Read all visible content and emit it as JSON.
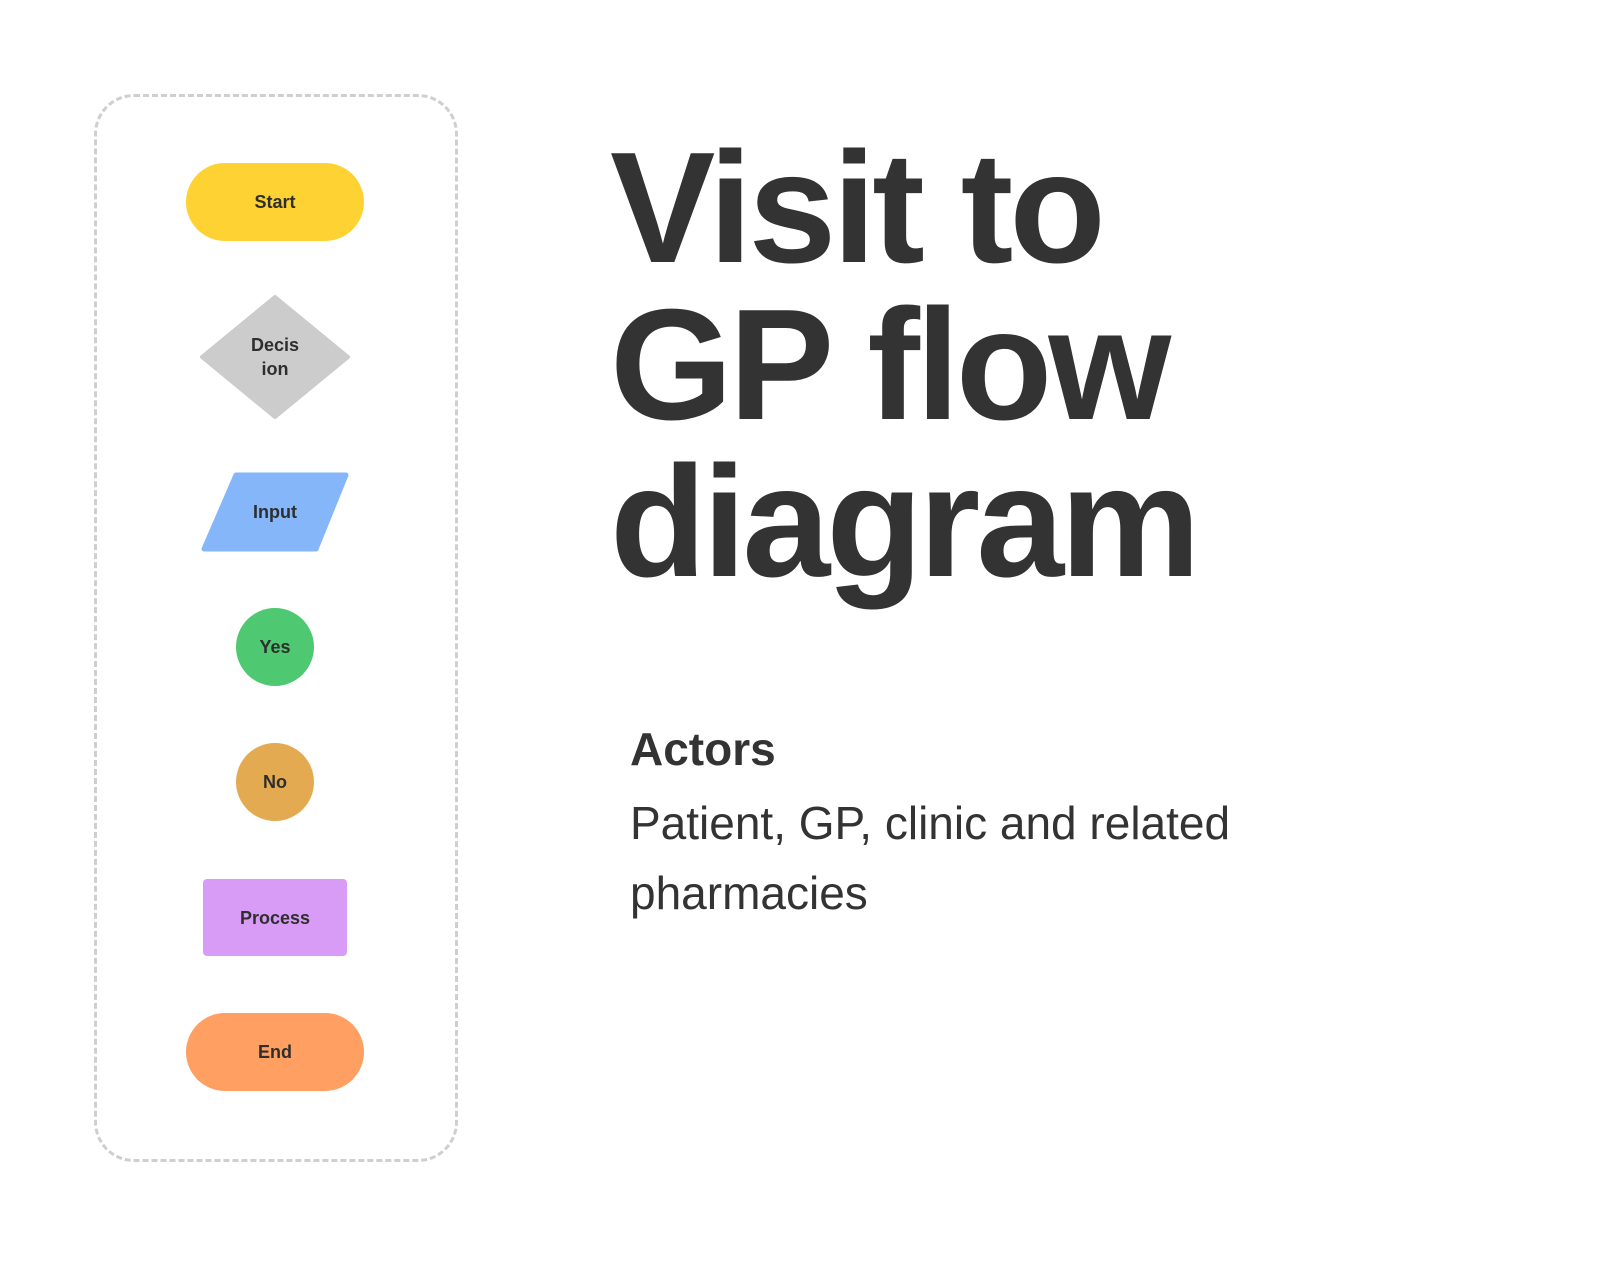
{
  "legend": {
    "start": {
      "label": "Start",
      "color": "#FDD232"
    },
    "decision": {
      "label_line1": "Decis",
      "label_line2": "ion",
      "color": "#CDCCCD"
    },
    "input": {
      "label": "Input",
      "color": "#85B6FA"
    },
    "yes": {
      "label": "Yes",
      "color": "#4FC971"
    },
    "no": {
      "label": "No",
      "color": "#E4AA51"
    },
    "process": {
      "label": "Process",
      "color": "#D89CF6"
    },
    "end": {
      "label": "End",
      "color": "#FF9F62"
    }
  },
  "title": {
    "line1": "Visit to",
    "line2": "GP flow",
    "line3": "diagram"
  },
  "actors": {
    "heading": "Actors",
    "body": "Patient, GP, clinic and related pharmacies"
  }
}
